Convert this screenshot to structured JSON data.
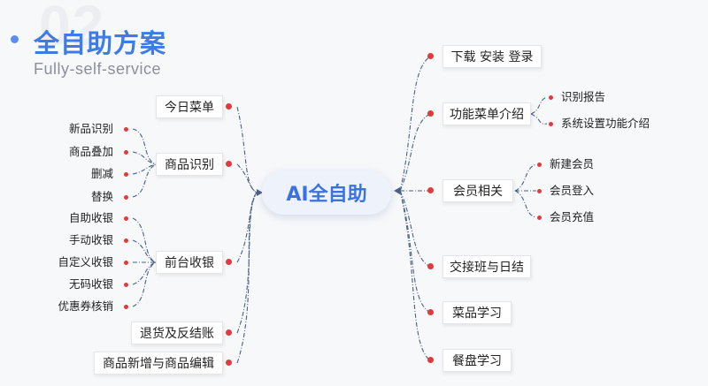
{
  "header": {
    "watermark": "02",
    "title": "全自助方案",
    "subtitle": "Fully-self-service"
  },
  "center": {
    "label": "AI全自助"
  },
  "left": {
    "today_menu": "今日菜单",
    "product_recognition": {
      "label": "商品识别",
      "children": [
        "新品识别",
        "商品叠加",
        "删减",
        "替换"
      ]
    },
    "checkout": {
      "label": "前台收银",
      "children": [
        "自助收银",
        "手动收银",
        "自定义收银",
        "无码收银",
        "优惠券核销"
      ]
    },
    "refund": "退货及反结账",
    "product_edit": "商品新增与商品编辑"
  },
  "right": {
    "download": "下载 安装 登录",
    "menu_intro": {
      "label": "功能菜单介绍",
      "children": [
        "识别报告",
        "系统设置功能介绍"
      ]
    },
    "member": {
      "label": "会员相关",
      "children": [
        "新建会员",
        "会员登入",
        "会员充值"
      ]
    },
    "shift": "交接班与日结",
    "dish_learning": "菜品学习",
    "plate_learning": "餐盘学习"
  },
  "colors": {
    "accent": "#3f7be6",
    "dot": "#e23a3a",
    "line": "#4a5f86"
  }
}
